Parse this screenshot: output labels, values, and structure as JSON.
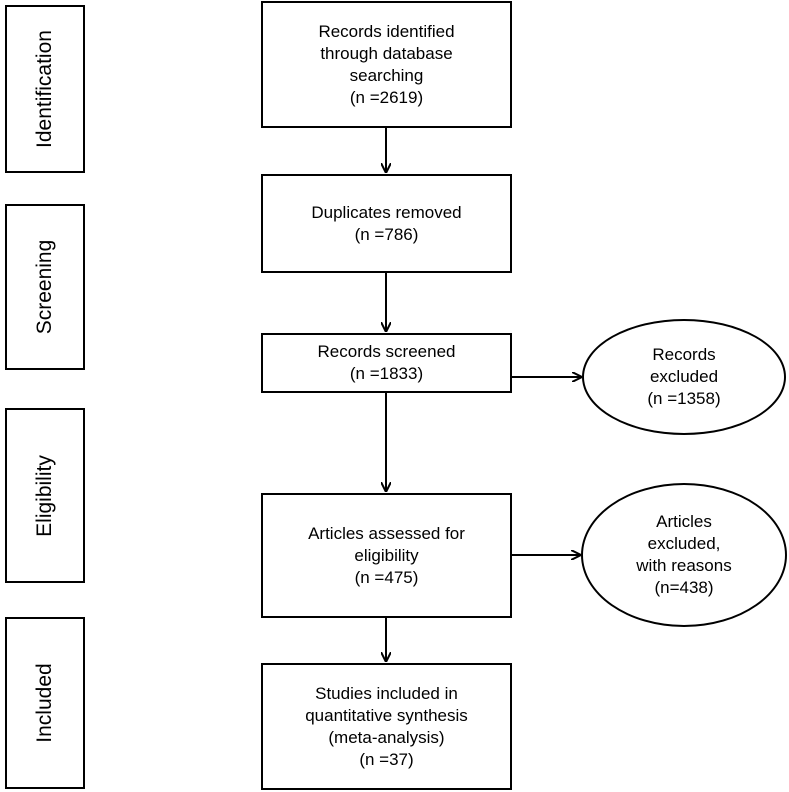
{
  "stages": [
    {
      "id": "identification",
      "label": "Identification"
    },
    {
      "id": "screening",
      "label": "Screening"
    },
    {
      "id": "eligibility",
      "label": "Eligibility"
    },
    {
      "id": "included",
      "label": "Included"
    }
  ],
  "boxes": {
    "identified": {
      "lines": [
        "Records identified",
        "through database",
        "searching",
        "(n =2619)"
      ]
    },
    "duplicates": {
      "lines": [
        "Duplicates removed",
        "(n =786)"
      ]
    },
    "screened": {
      "lines": [
        "Records screened",
        "(n =1833)"
      ]
    },
    "assessed": {
      "lines": [
        "Articles assessed for",
        "eligibility",
        "(n =475)"
      ]
    },
    "included": {
      "lines": [
        "Studies included in",
        "quantitative synthesis",
        "(meta-analysis)",
        "(n =37)"
      ]
    }
  },
  "ellipses": {
    "records_excluded": {
      "lines": [
        "Records",
        "excluded",
        "(n =1358)"
      ]
    },
    "articles_excluded": {
      "lines": [
        "Articles",
        "excluded,",
        "with reasons",
        "(n=438)"
      ]
    }
  }
}
